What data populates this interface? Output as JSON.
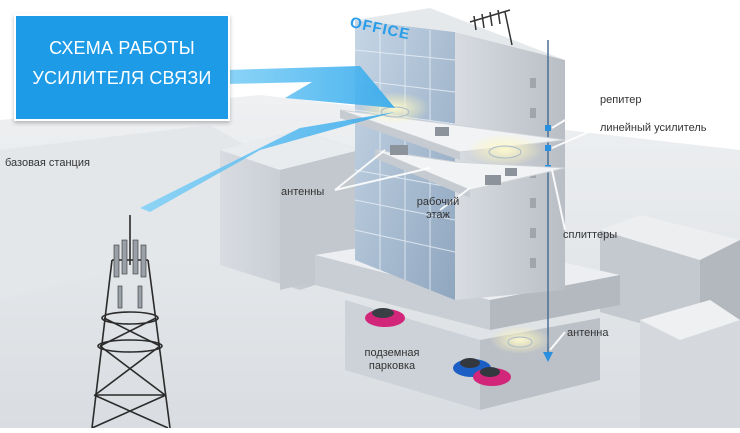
{
  "title": {
    "line1": "СХЕМА РАБОТЫ",
    "line2": "УСИЛИТЕЛЯ СВЯЗИ"
  },
  "building_sign": "OFFICE",
  "labels": {
    "base_station": "базовая станция",
    "antennas": "антенны",
    "work_floor_line1": "рабочий",
    "work_floor_line2": "этаж",
    "repeater": "репитер",
    "line_amplifier": "линейный усилитель",
    "splitters": "сплиттеры",
    "antenna": "антенна",
    "parking_line1": "подземная",
    "parking_line2": "парковка"
  },
  "colors": {
    "title_bg": "#1e9be6",
    "signal_beam": "#3fb4f0",
    "glass": "#a9bfd6",
    "building_side": "#cfd4da"
  }
}
